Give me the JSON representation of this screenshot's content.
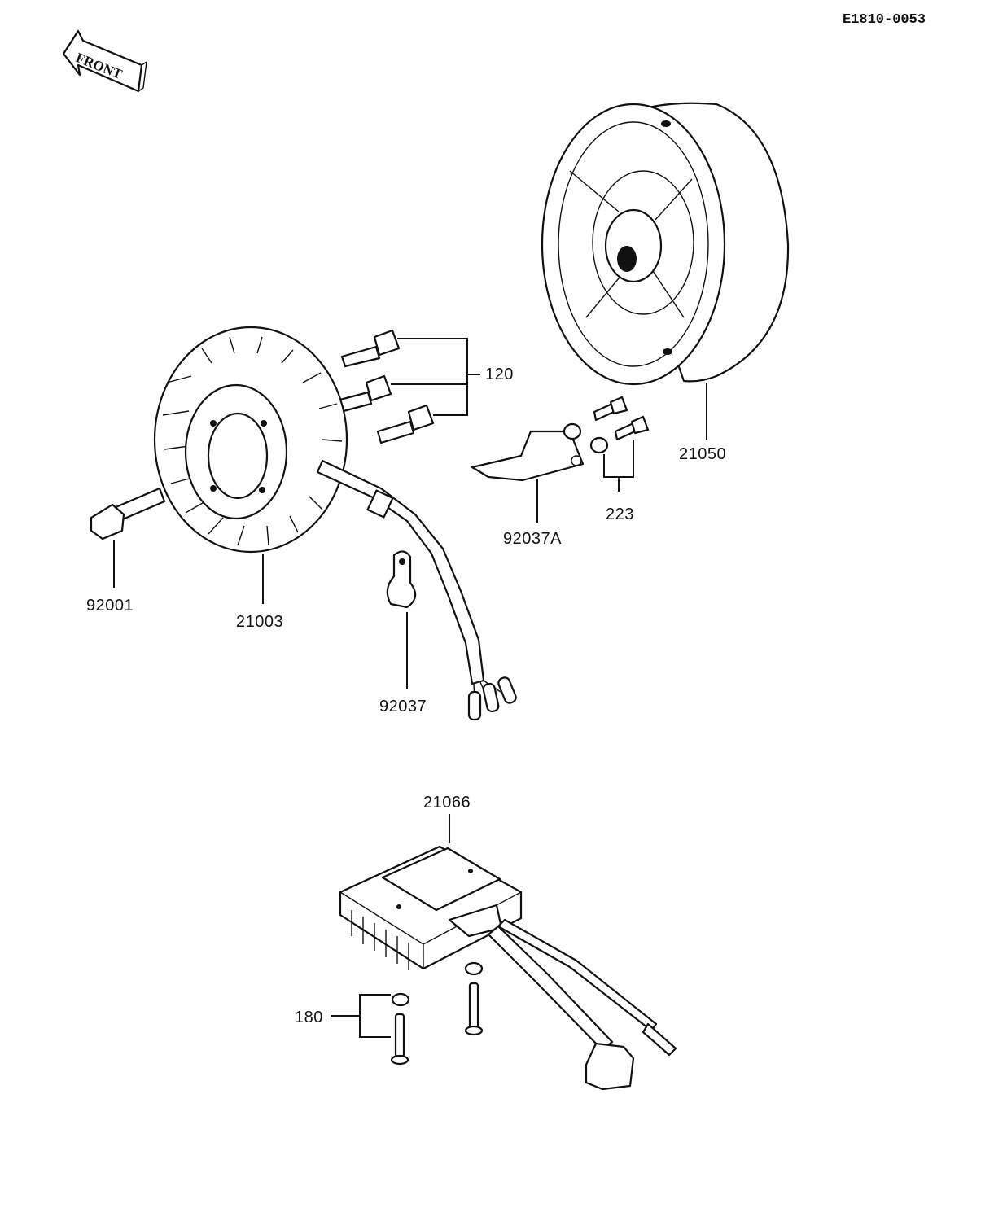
{
  "drawing_code": "E1810-0053",
  "front_arrow_label": "FRONT",
  "parts": {
    "p120": "120",
    "p21050": "21050",
    "p223": "223",
    "p92037A": "92037A",
    "p92001": "92001",
    "p21003": "21003",
    "p92037": "92037",
    "p21066": "21066",
    "p180": "180"
  }
}
